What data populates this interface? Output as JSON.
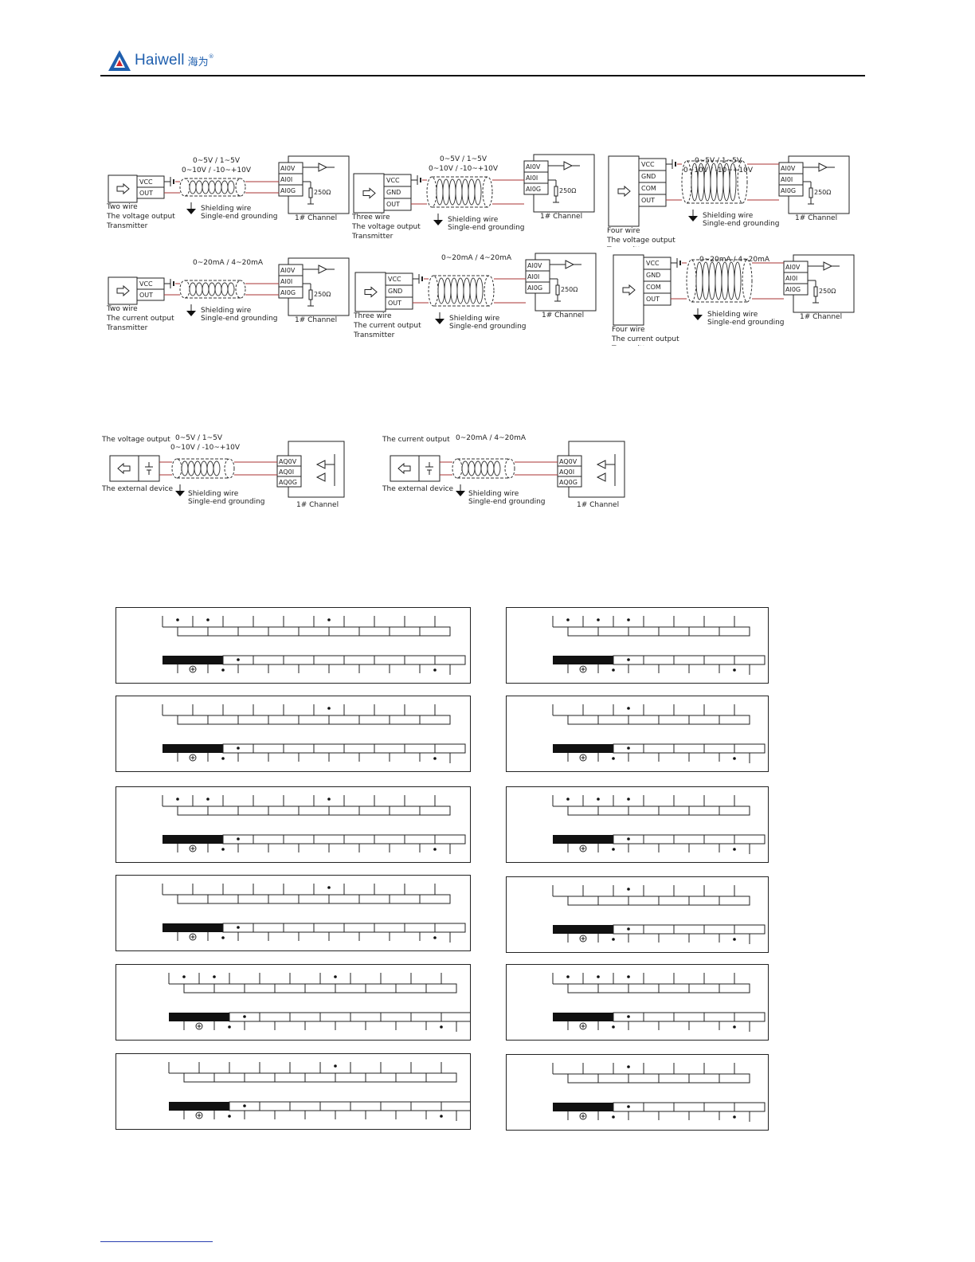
{
  "header": {
    "brand": "Haiwell",
    "brand_cn": "海为",
    "reg_mark": "®"
  },
  "common": {
    "vcc": "VCC",
    "gnd": "GND",
    "com": "COM",
    "out": "OUT",
    "aiv": "AI0V",
    "aii": "AI0I",
    "aig": "AI0G",
    "aqv": "AQ0V",
    "aqi": "AQ0I",
    "aqg": "AQ0G",
    "resistor": "250Ω",
    "channel": "1# Channel",
    "shield_l1": "Shielding wire",
    "shield_l2": "Single-end grounding",
    "external_device": "The external device"
  },
  "input_diagrams": [
    {
      "kind": "two",
      "range1": "0~5V / 1~5V",
      "range2": "0~10V / -10~+10V",
      "caption": [
        "Two wire",
        "The voltage output",
        "Transmitter"
      ]
    },
    {
      "kind": "three",
      "range1": "0~5V / 1~5V",
      "range2": "0~10V / -10~+10V",
      "caption": [
        "Three wire",
        "The voltage output",
        "Transmitter"
      ]
    },
    {
      "kind": "four",
      "range1": "0~5V / 1~5V",
      "range2": "0~10V / -10~+10V",
      "caption": [
        "Four wire",
        "The voltage output",
        "Transmitter"
      ]
    },
    {
      "kind": "two",
      "range1": "0~20mA / 4~20mA",
      "range2": "",
      "caption": [
        "Two wire",
        "The current output",
        "Transmitter"
      ]
    },
    {
      "kind": "three",
      "range1": "0~20mA / 4~20mA",
      "range2": "",
      "caption": [
        "Three wire",
        "The current output",
        "Transmitter"
      ]
    },
    {
      "kind": "four",
      "range1": "0~20mA / 4~20mA",
      "range2": "",
      "caption": [
        "Four wire",
        "The current output",
        "Transmitter"
      ]
    }
  ],
  "output_diagrams": [
    {
      "label": "The voltage output",
      "range1": "0~5V / 1~5V",
      "range2": "0~10V / -10~+10V"
    },
    {
      "label": "The current output",
      "range1": "0~20mA / 4~20mA",
      "range2": ""
    }
  ]
}
